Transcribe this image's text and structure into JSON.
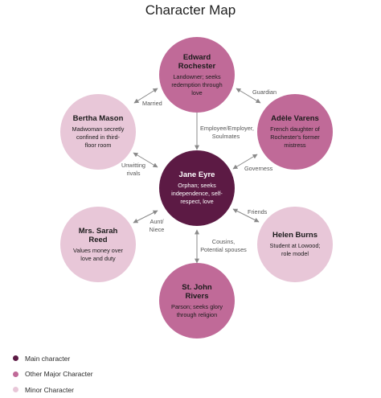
{
  "title": "Character Map",
  "nodes": {
    "jane": {
      "name": "Jane Eyre",
      "desc": "Orphan; seeks independence, self-respect, love",
      "role": "main"
    },
    "rochester": {
      "name": "Edward Rochester",
      "desc": "Landowner; seeks redemption through love",
      "role": "major"
    },
    "adele": {
      "name": "Adèle Varens",
      "desc": "French daughter of Rochester's former mistress",
      "role": "major"
    },
    "helen": {
      "name": "Helen Burns",
      "desc": "Student at Lowood; role model",
      "role": "minor"
    },
    "stjohn": {
      "name": "St. John Rivers",
      "desc": "Parson; seeks glory through religion",
      "role": "major"
    },
    "reed": {
      "name": "Mrs. Sarah Reed",
      "desc": "Values money over love and duty",
      "role": "minor"
    },
    "bertha": {
      "name": "Bertha Mason",
      "desc": "Madwoman secretly confined in third-floor room",
      "role": "minor"
    }
  },
  "edges": {
    "jane_rochester": "Employee/Employer, Soulmates",
    "jane_adele": "Governess",
    "jane_helen": "Friends",
    "jane_stjohn": "Cousins, Potential spouses",
    "jane_reed": "Aunt/ Niece",
    "jane_bertha": "Unwitting rivals",
    "rochester_bertha": "Married",
    "rochester_adele": "Guardian"
  },
  "legend": {
    "main": {
      "label": "Main character",
      "color": "#5c1a44"
    },
    "major": {
      "label": "Other Major Character",
      "color": "#c06a98"
    },
    "minor": {
      "label": "Minor Character",
      "color": "#e8c7d8"
    }
  }
}
